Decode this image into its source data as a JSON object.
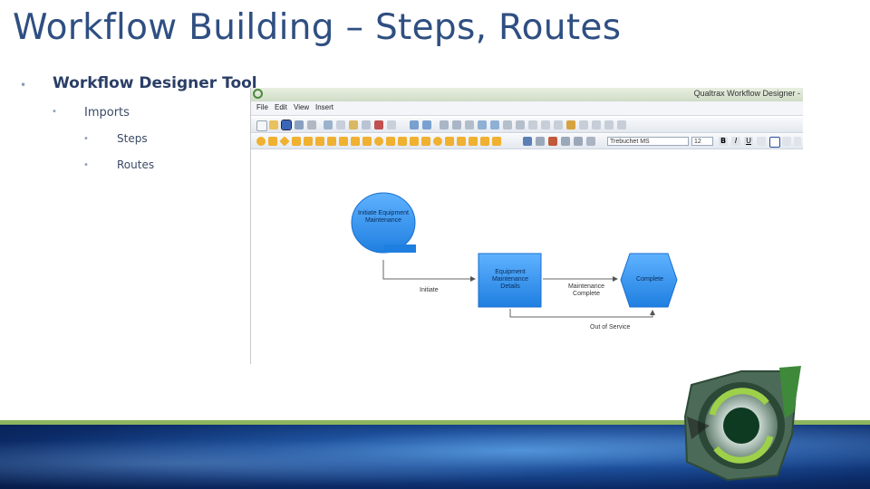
{
  "slide": {
    "title": "Workflow Building – Steps, Routes",
    "bullets": {
      "level1": "Workflow Designer Tool",
      "level2": "Imports",
      "level3": [
        "Steps",
        "Routes"
      ]
    },
    "bullet_glyph": "•"
  },
  "app": {
    "window_title": "Qualtrax Workflow Designer -",
    "menu": [
      "File",
      "Edit",
      "View",
      "Insert"
    ],
    "font_name": "Trebuchet MS",
    "font_size": "12",
    "icon": "app-logo-icon"
  },
  "diagram": {
    "nodes": {
      "start": "Initiate Equipment Maintenance",
      "step": "Equipment Maintenance Details",
      "end": "Complete"
    },
    "routes": {
      "initiate": "Initiate",
      "maintenance_complete": "Maintenance Complete",
      "out_of_service": "Out of Service"
    }
  },
  "colors": {
    "title": "#2f4f82",
    "node_blue": "#2f8fe8",
    "green_stripe": "#8db560",
    "banner": "#0b2a66"
  }
}
